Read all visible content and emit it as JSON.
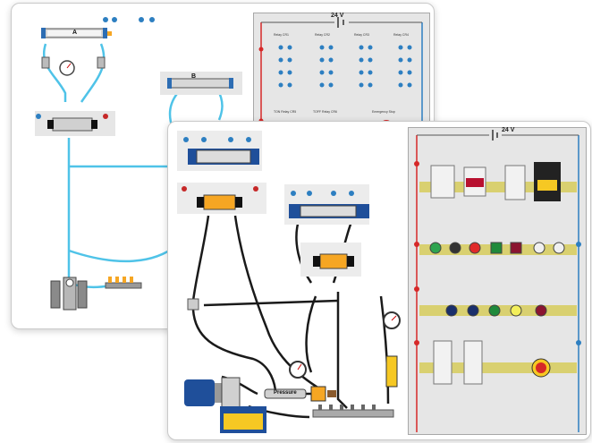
{
  "back_window": {
    "cylinder_a_label": "A",
    "cylinder_b_label": "B",
    "supply_label": "24 V",
    "relay_labels": [
      "Relay CR1",
      "Relay CR2",
      "Relay CR3",
      "Relay CR4"
    ],
    "timer_labels": [
      "TON Relay CR5",
      "TOFF Relay CR6",
      "Emergency Stop"
    ]
  },
  "front_window": {
    "supply_label": "24 V",
    "pressure_label": "Pressure"
  },
  "colors": {
    "air_line": "#4fc3e8",
    "hose": "#1a1a1a",
    "supply_red": "#d62828",
    "return_blue": "#2d7fc1",
    "valve_orange": "#f6a623",
    "din_rail": "#d9d070",
    "motor_blue": "#1f4f9a"
  },
  "indicators_row1": [
    "green",
    "dark",
    "red",
    "green",
    "maroon",
    "selector",
    "selector"
  ],
  "indicators_row2": [
    "navy",
    "navy",
    "green",
    "yellow",
    "maroon"
  ]
}
